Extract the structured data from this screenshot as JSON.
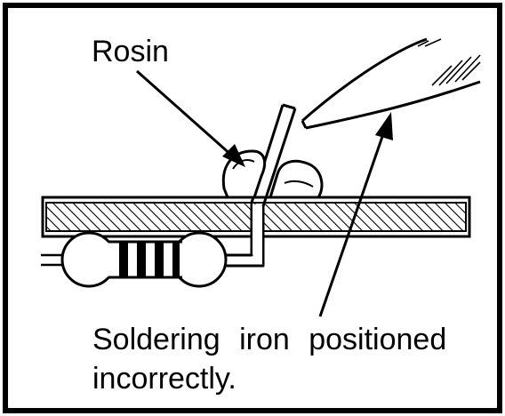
{
  "labels": {
    "rosin": "Rosin",
    "iron_line1": "Soldering iron positioned",
    "iron_line2": "incorrectly."
  },
  "colors": {
    "ink": "#000000",
    "paper": "#ffffff"
  }
}
